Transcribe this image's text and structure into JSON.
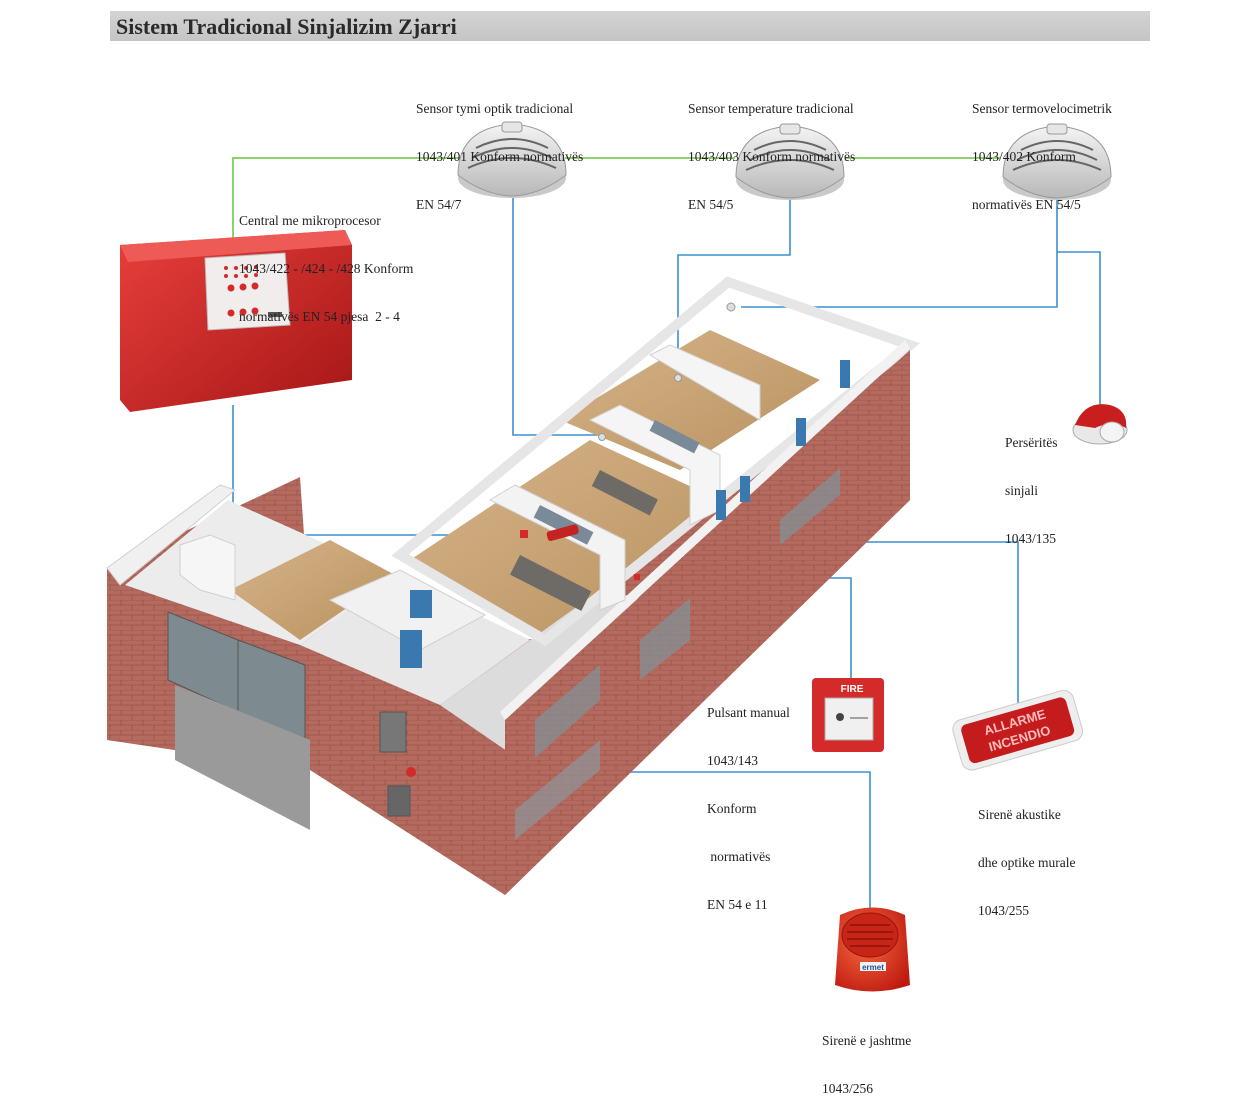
{
  "title": "Sistem Tradicional Sinjalizim Zjarri",
  "devices": {
    "smoke_sensor": {
      "lines": [
        "Sensor tymi optik tradicional",
        "1043/401 Konform normativës",
        "EN 54/7"
      ]
    },
    "temp_sensor": {
      "lines": [
        "Sensor temperature tradicional",
        "1043/403 Konform normativës",
        "EN 54/5"
      ]
    },
    "rate_sensor": {
      "lines": [
        "Sensor termovelocimetrik",
        "1043/402 Konform",
        "normativës EN 54/5"
      ]
    },
    "control_panel": {
      "lines": [
        "Central me mikroprocesor",
        "1043/422 - /424 - /428 Konform",
        "normativës EN 54 pjesa  2 - 4"
      ]
    },
    "repeater": {
      "lines": [
        "Persëritës",
        "sinjali",
        "1043/135"
      ]
    },
    "manual_call_point": {
      "lines": [
        "Pulsant manual",
        "1043/143",
        "Konform",
        " normativës",
        "EN 54 e 11"
      ],
      "face_text": "FIRE"
    },
    "acoustic_siren": {
      "lines": [
        "Sirenë akustike",
        "dhe optike murale",
        "1043/255"
      ],
      "sign_text": [
        "ALLARME",
        "INCENDIO"
      ]
    },
    "outdoor_siren": {
      "lines": [
        "Sirenë e jashtme",
        "1043/256"
      ],
      "brand_text": "ermet"
    }
  },
  "colors": {
    "green_line": "#8fd16a",
    "blue_line": "#3d8fd0",
    "panel_red": "#d42a2a",
    "brick": "#b56a60",
    "title_bar": "#cccccc"
  }
}
